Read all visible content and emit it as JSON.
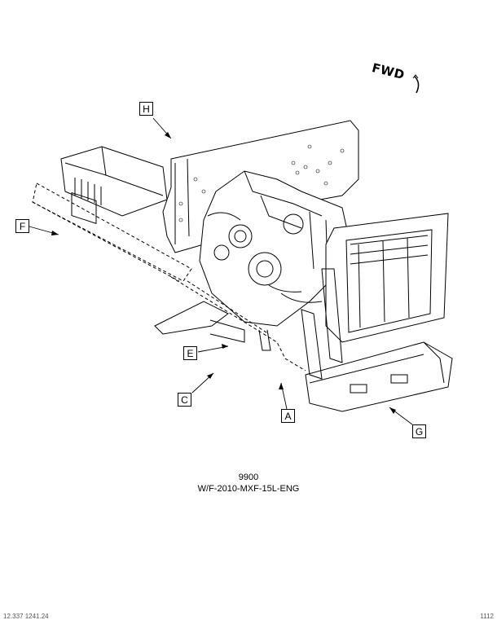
{
  "figure": {
    "direction_label": "FWD",
    "number": "9900",
    "identifier": "W/F-2010-MXF-15L-ENG"
  },
  "callouts": {
    "h": "H",
    "f": "F",
    "e": "E",
    "c": "C",
    "a": "A",
    "g": "G"
  },
  "footer": {
    "left": "12.337 1241.24",
    "right": "1112"
  }
}
